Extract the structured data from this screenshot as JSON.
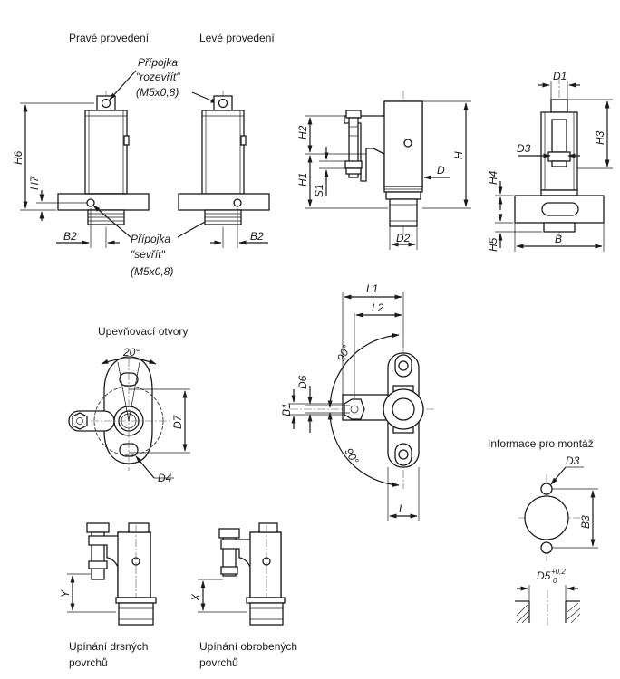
{
  "views": {
    "right_version": "Pravé provedení",
    "left_version": "Levé provedení",
    "mounting_holes": "Upevňovací otvory",
    "assembly_info": "Informace pro montáž",
    "rough_surfaces": [
      "Upínání drsných",
      "povrchů"
    ],
    "machined_surfaces": [
      "Upínání obrobených",
      "povrchů"
    ]
  },
  "ports": {
    "open": [
      "Přípojka",
      "\"rozevřít\"",
      "(M5x0,8)"
    ],
    "close": [
      "Přípojka",
      "\"sevřít\"",
      "(M5x0,8)"
    ]
  },
  "dimensions": {
    "H6": "H6",
    "H7": "H7",
    "B2": "B2",
    "H2": "H2",
    "H1": "H1",
    "S1": "S1",
    "H": "H",
    "D": "D",
    "D2": "D2",
    "D1": "D1",
    "H3": "H3",
    "D3": "D3",
    "H4": "H4",
    "H5": "H5",
    "B": "B",
    "angle20": "20°",
    "D7": "D7",
    "D4": "D4",
    "L1": "L1",
    "L2": "L2",
    "L": "L",
    "angle90": "90°",
    "B1": "B1",
    "D6": "D6",
    "B3": "B3",
    "D5": "D5",
    "tol_plus": "+0,2",
    "tol_zero": "0",
    "Y": "Y",
    "X": "X"
  }
}
